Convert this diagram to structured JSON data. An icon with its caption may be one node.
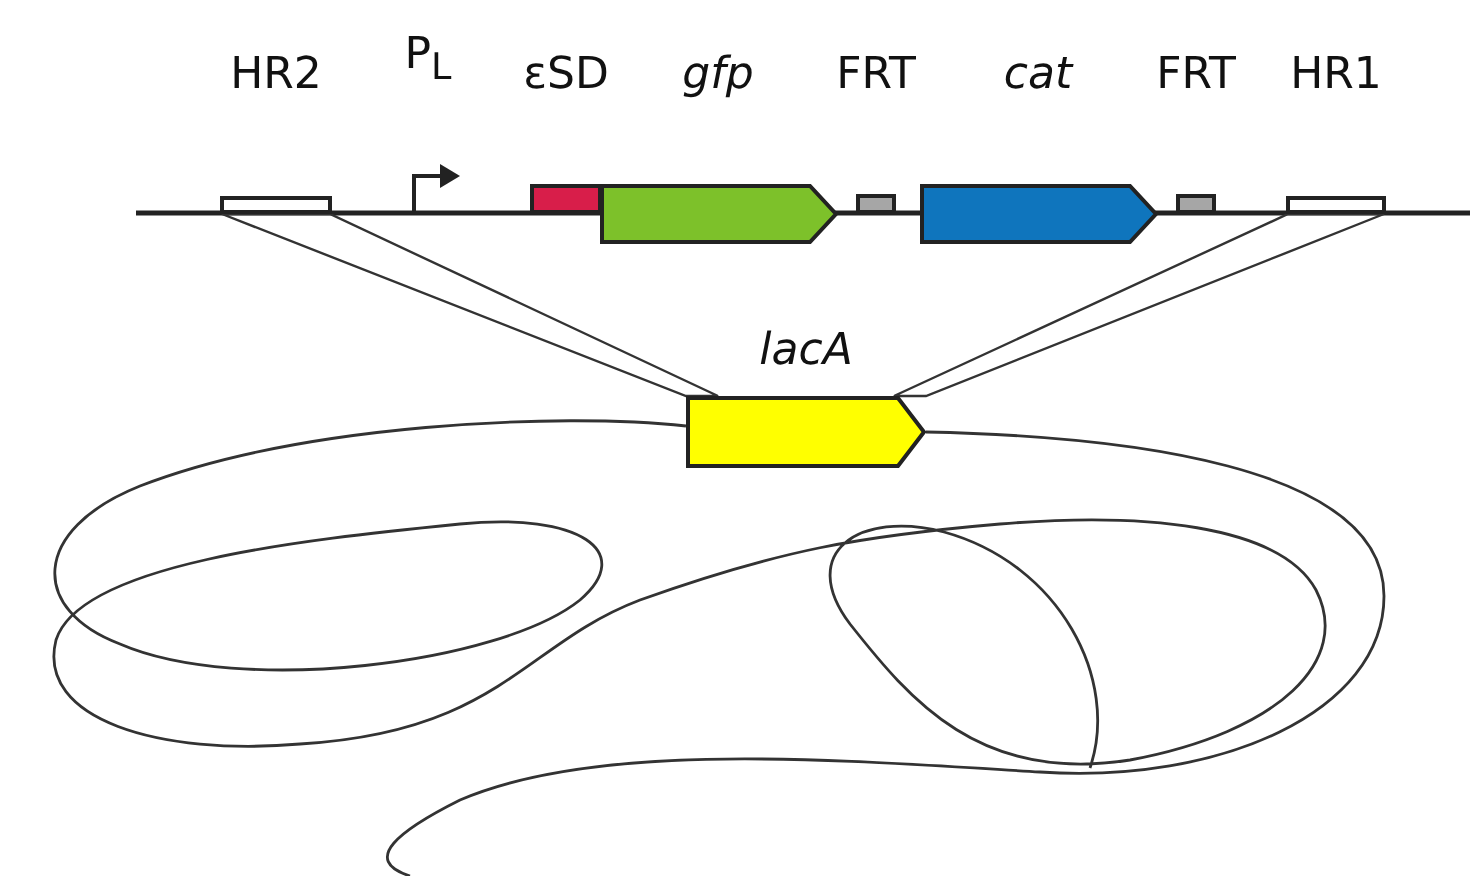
{
  "diagram": {
    "nodes": [
      {
        "text": [
          "HR2"
        ]
      },
      {
        "text": [
          "P$_{L}$"
        ]
      },
      {
        "text": [
          "εSD"
        ]
      },
      {
        "text": [
          "gfp"
        ]
      },
      {
        "text": [
          "FRT"
        ]
      },
      {
        "text": [
          "cat"
        ]
      },
      {
        "text": [
          "FRT"
        ]
      },
      {
        "text": [
          "HR1"
        ]
      },
      {
        "text": [
          "lacA"
        ]
      }
    ],
    "edges": [
      {
        "from": 0,
        "to": 8,
        "arrow": "none"
      },
      {
        "from": 7,
        "to": 8,
        "arrow": "none"
      }
    ]
  }
}
